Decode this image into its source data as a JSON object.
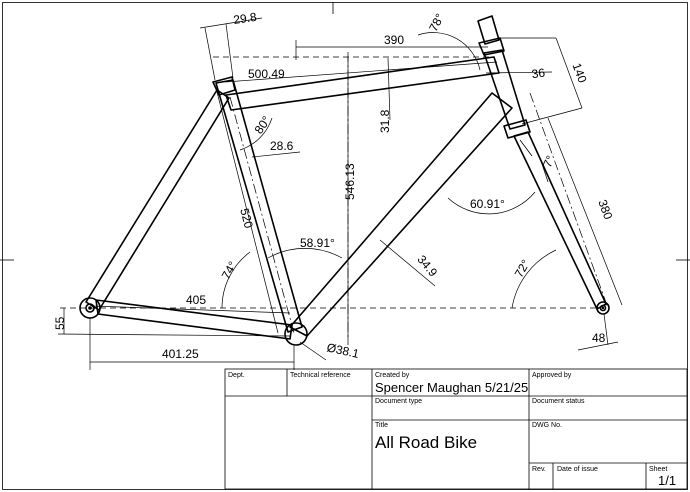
{
  "dimensions": {
    "d_29_8": "29.8",
    "d_390": "390",
    "d_78": "78°",
    "d_140": "140",
    "d_500_49": "500.49",
    "d_36": "36",
    "d_31_8": "31.8",
    "d_80": "80°",
    "d_28_6": "28.6",
    "d_546_13": "546.13",
    "d_7": "7°",
    "d_60_91": "60.91°",
    "d_380": "380",
    "d_520": "520",
    "d_58_91": "58.91°",
    "d_34_9": "34.9",
    "d_74": "74°",
    "d_72": "72°",
    "d_405": "405",
    "d_55": "55",
    "d_48": "48",
    "d_38_1": "Ø38.1",
    "d_401_25": "401.25"
  },
  "title_block": {
    "dept_label": "Dept.",
    "tech_ref_label": "Technical reference",
    "created_by_label": "Created by",
    "created_by_value": "Spencer Maughan  5/21/25",
    "approved_by_label": "Approved by",
    "doc_type_label": "Document type",
    "doc_status_label": "Document status",
    "title_label": "Title",
    "title_value": "All Road Bike",
    "dwg_no_label": "DWG No.",
    "rev_label": "Rev.",
    "date_issue_label": "Date of issue",
    "sheet_label": "Sheet",
    "sheet_value": "1/1"
  }
}
